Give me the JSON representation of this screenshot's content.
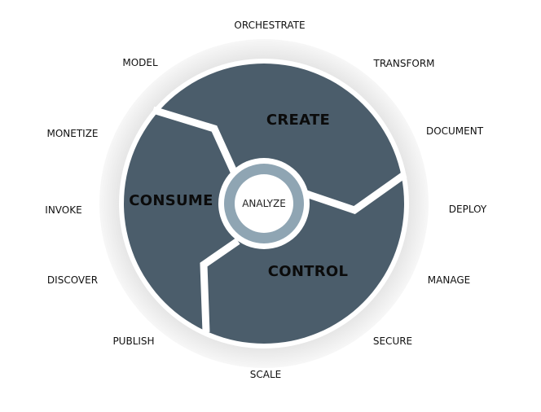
{
  "colors": {
    "ring_light": "#efefef",
    "ring_shadow": "#d2d2d2",
    "segment_fill": "#4b5d6b",
    "divider": "#ffffff",
    "hub_ring": "#8fa5b3",
    "hub_center": "#ffffff"
  },
  "segments": {
    "create": "CREATE",
    "consume": "CONSUME",
    "control": "CONTROL"
  },
  "center": {
    "label": "ANALYZE"
  },
  "outer_labels": {
    "orchestrate": "ORCHESTRATE",
    "transform": "TRANSFORM",
    "document": "DOCUMENT",
    "deploy": "DEPLOY",
    "manage": "MANAGE",
    "secure": "SECURE",
    "scale": "SCALE",
    "publish": "PUBLISH",
    "discover": "DISCOVER",
    "invoke": "INVOKE",
    "monetize": "MONETIZE",
    "model": "MODEL"
  }
}
